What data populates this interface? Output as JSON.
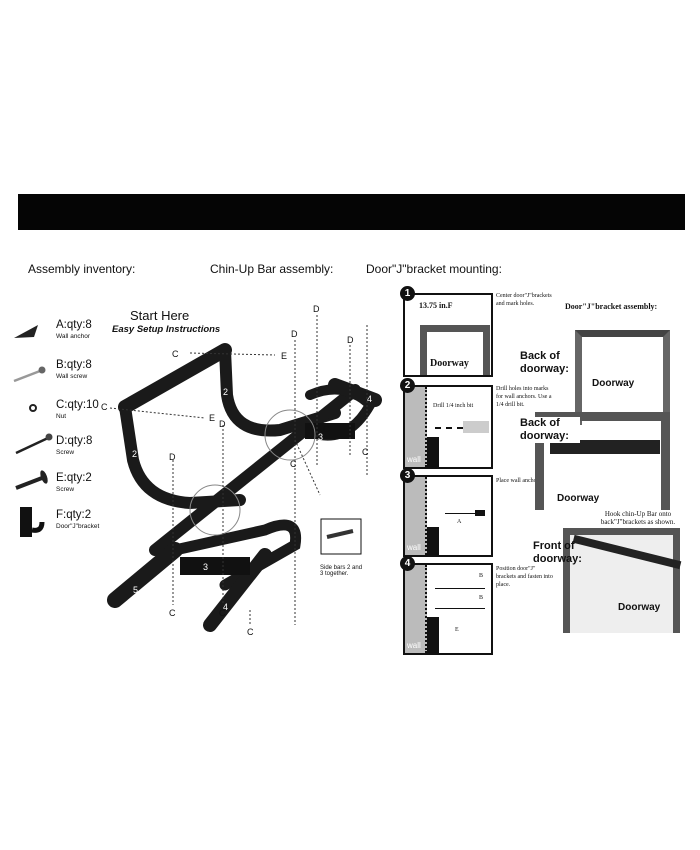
{
  "headings": {
    "inventory": "Assembly inventory:",
    "assembly": "Chin-Up Bar assembly:",
    "mounting": "Door\"J\"bracket mounting:"
  },
  "start": {
    "title": "Start Here",
    "subtitle": "Easy Setup Instructions"
  },
  "inventory": [
    {
      "code": "A:qty:8",
      "name": "Wall anchor"
    },
    {
      "code": "B:qty:8",
      "name": "Wall screw"
    },
    {
      "code": "C:qty:10",
      "name": "Nut"
    },
    {
      "code": "D:qty:8",
      "name": "Screw"
    },
    {
      "code": "E:qty:2",
      "name": "Screw"
    },
    {
      "code": "F:qty:2",
      "name": "Door\"J\"bracket"
    }
  ],
  "parts": {
    "p1": "1",
    "p2": "2",
    "p2b": "2",
    "p3": "3",
    "p3b": "3",
    "p4": "4",
    "p4b": "4",
    "p5": "5",
    "C": "C",
    "D": "D",
    "E": "E"
  },
  "side_note": "Side bars 2 and 3 together.",
  "steps": [
    {
      "n": "1",
      "text": "Center door\"J\"brackets and mark holes.",
      "inner": "13.75 in.F",
      "door": "Doorway"
    },
    {
      "n": "2",
      "text": "Drill holes into marks for wall anchors. Use a 1/4 drill bit.",
      "inner": "Drill 1/4 inch bit",
      "wall": "wall"
    },
    {
      "n": "3",
      "text": "Place wall anchor.",
      "inner": "A",
      "wall": "wall"
    },
    {
      "n": "4",
      "text": "Position door\"J\" brackets and fasten into place.",
      "b1": "B",
      "b2": "B",
      "e": "E",
      "wall": "wall"
    }
  ],
  "right": {
    "bracket_assembly": "Door\"J\"bracket assembly:",
    "back1": "Back of doorway:",
    "door1": "Doorway",
    "back2": "Back of doorway:",
    "door2": "Doorway",
    "hook": "Hook chin-Up Bar onto back\"J\"brackets as shown.",
    "front": "Front of doorway:",
    "door3": "Doorway"
  }
}
